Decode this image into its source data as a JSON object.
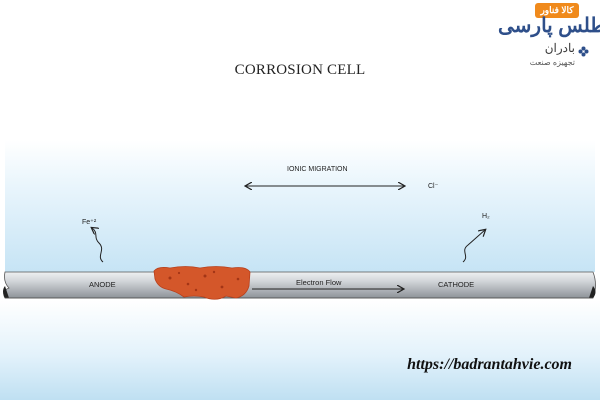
{
  "title": "CORROSION CELL",
  "labels": {
    "ionic_migration": "IONIC MIGRATION",
    "chloride": "Cl⁻",
    "iron_ion": "Fe⁺²",
    "hydrogen": "H₂",
    "anode": "ANODE",
    "electron_flow": "Electron Flow",
    "cathode": "CATHODE"
  },
  "logo": {
    "badge": "کالا فناور",
    "name": "اطلس پارسی",
    "brand": "بادران",
    "tagline": "تجهیزه صنعت"
  },
  "footer_url": "https://badrantahvie.com",
  "colors": {
    "water_top": "#e9f5fc",
    "water_bottom": "#c6e4f5",
    "pipe": "#c9ccd0",
    "corrosion": "#d4572a",
    "logo_orange": "#f08a1c",
    "logo_blue": "#2e4f8a"
  }
}
